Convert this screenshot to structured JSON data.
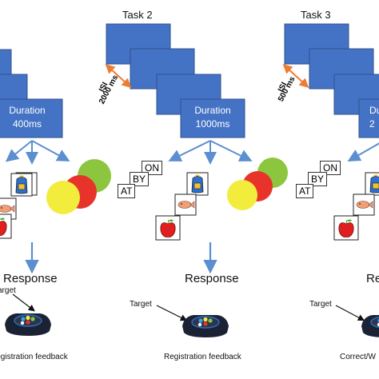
{
  "tasks": [
    {
      "title": "",
      "isi_label": "",
      "isi_value": "",
      "duration_label": "Duration",
      "duration_value": "400ms",
      "response": "Response",
      "target": "Target",
      "feedback": "Registration feedback"
    },
    {
      "title": "Task 2",
      "isi_label": "ISI",
      "isi_value": "2000 ms",
      "duration_label": "Duration",
      "duration_value": "1000ms",
      "response": "Response",
      "target": "Target",
      "feedback": "Registration feedback"
    },
    {
      "title": "Task 3",
      "isi_label": "ISI",
      "isi_value": "500 ms",
      "duration_label": "Du",
      "duration_value": "2",
      "response": "Re",
      "target": "Target",
      "feedback": "Correct/W"
    }
  ],
  "words": [
    "ON",
    "BY",
    "AT"
  ],
  "colors": {
    "box": "#4472C4",
    "box_border": "#2F528F",
    "arrow": "#5B8FD0",
    "isi_arrow": "#ED7D31",
    "red": "#E8332A",
    "yellow": "#F2EC3C",
    "green": "#8CC63F",
    "device_body": "#1B2233",
    "device_ring": "#2F6FB8"
  },
  "icons": [
    "backpack-icon",
    "fish-icon",
    "apple-icon",
    "response-box-icon"
  ]
}
